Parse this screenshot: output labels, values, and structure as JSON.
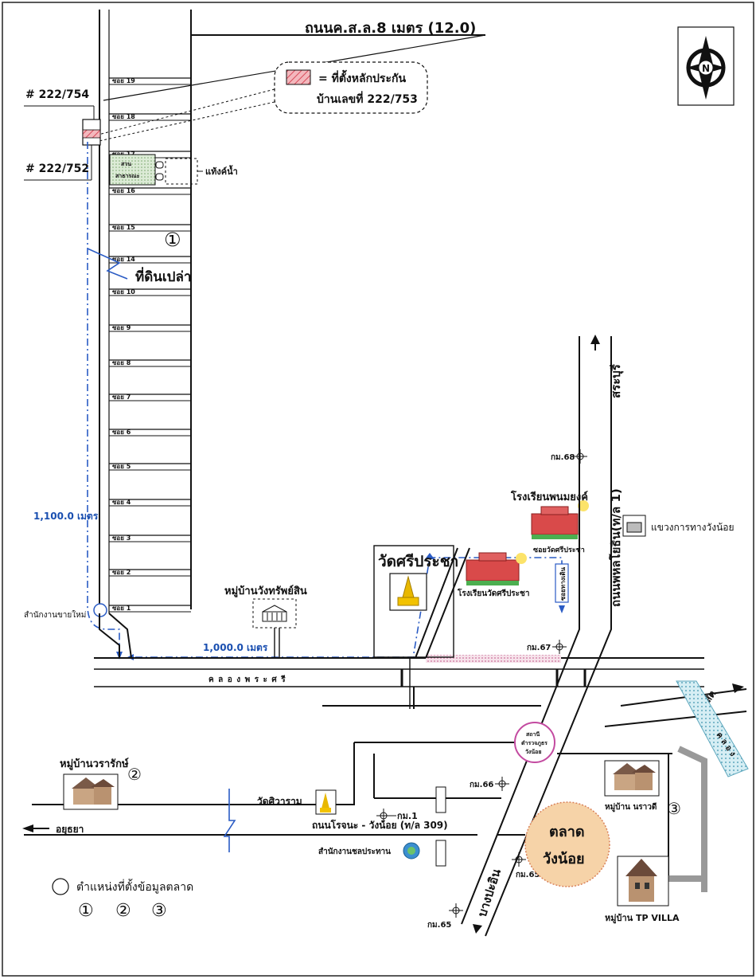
{
  "top_road": "ถนนค.ส.ล.8 เมตร (12.0)",
  "legend_box": {
    "line1": "= ที่ตั้งหลักประกัน",
    "line2": "บ้านเลขที่ 222/753"
  },
  "house_labels": {
    "upper": "# 222/754",
    "lower": "# 222/752"
  },
  "sois": [
    "ซอย 19",
    "ซอย 18",
    "ซอย 17",
    "ซอย 16",
    "ซอย 15",
    "ซอย 14",
    "ซอย 10",
    "ซอย 9",
    "ซอย 8",
    "ซอย 7",
    "ซอย 6",
    "ซอย 5",
    "ซอย 4",
    "ซอย 3",
    "ซอย 2",
    "ซอย 1"
  ],
  "water_tank": "แท้งค์น้ำ",
  "park_label": {
    "line1": "สวน",
    "line2": "สาธารณะ"
  },
  "empty_land": "ที่ดินเปล่า",
  "market_marks": {
    "one": "①",
    "two": "②",
    "three": "③"
  },
  "distance_1": "1,100.0 เมตร",
  "distance_2": "1,000.0 เมตร",
  "sales_office": "สำนักงานขายใหม่",
  "village_sap": "หมู่บ้านวังทรัพย์สิน",
  "wat_sriprachar": "วัดศรีประชา",
  "school_wat": "โรงเรียนวัดศรีประชา",
  "school_phanom": "โรงเรียนพนมยงค์",
  "soi_wat": "ซอยวัดศรีประชา",
  "soi_side": "ซอยทางเดิน",
  "highway_office": "แขวงการทางวังน้อย",
  "saraburi": "สระบุรี",
  "phahonyothin": "ถนนพหลโยธิน(ท/ล 1)",
  "canal": "ค ล อ ง พ ร ะ ศ รี",
  "km": {
    "k68": "กม.68",
    "k67": "กม.67",
    "k66": "กม.66",
    "k65a": "กม.65",
    "k65b": "กม.65",
    "k1": "กม.1"
  },
  "police_station": {
    "line1": "สถานี",
    "line2": "ตำรวจภูธร",
    "line3": "วังน้อย"
  },
  "rangsit": "รังสิต",
  "klong": "ค ล อ ง",
  "village_wararak": "หมู่บ้านวรารักษ์",
  "wat_siwa": "วัดศิวาราม",
  "ayutthaya": "อยุธยา",
  "rojana_road": "ถนนโรจนะ - วังน้อย (ท/ล 309)",
  "irrigation": "สำนักงานชลประทาน",
  "market": {
    "line1": "ตลาด",
    "line2": "วังน้อย"
  },
  "village_narawadee": "หมู่บ้าน นราวดี",
  "village_tp": "หมู่บ้าน TP VILLA",
  "bang_pa_in": "บางปะอิน",
  "legend": {
    "text": "ตำแหน่งที่ตั้งข้อมูลตลาด",
    "n1": "①",
    "n2": "②",
    "n3": "③"
  },
  "compass": "N",
  "colors": {
    "collateral": "#e0707a",
    "route": "#2a5bc4",
    "market": "#f6d3a8",
    "water": "#7fb6c8",
    "park": "#cfe3c8"
  }
}
